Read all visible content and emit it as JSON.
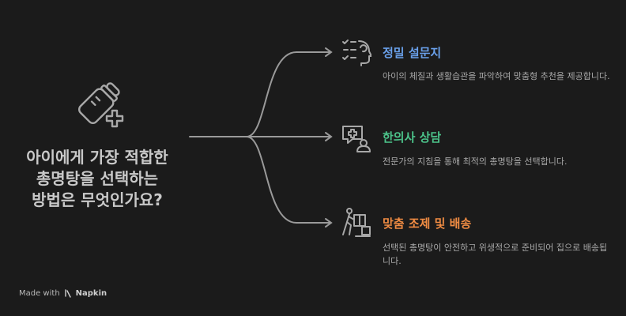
{
  "question": {
    "lines": [
      "아이에게 가장 적합한",
      "총명탕을 선택하는",
      "방법은 무엇인가요?"
    ]
  },
  "items": [
    {
      "title": "정밀 설문지",
      "color": "#6aa1ec",
      "icon": "questionnaire-icon",
      "desc": "아이의 체질과 생활습관을 파악하여 맞춤형 추천을 제공합니다."
    },
    {
      "title": "한의사 상담",
      "color": "#4cc38a",
      "icon": "doctor-consult-icon",
      "desc": "전문가의 지침을 통해 최적의 총명탕을 선택합니다."
    },
    {
      "title": "맞춤 조제 및 배송",
      "color": "#f08c43",
      "icon": "delivery-icon",
      "desc": "선택된 총명탕이 안전하고 위생적으로 준비되어 집으로 배송됩니다."
    }
  ],
  "footer": {
    "prefix": "Made with",
    "brand": "Napkin"
  },
  "colors": {
    "line": "#9a9a9a",
    "icon": "#a8a8a8"
  }
}
